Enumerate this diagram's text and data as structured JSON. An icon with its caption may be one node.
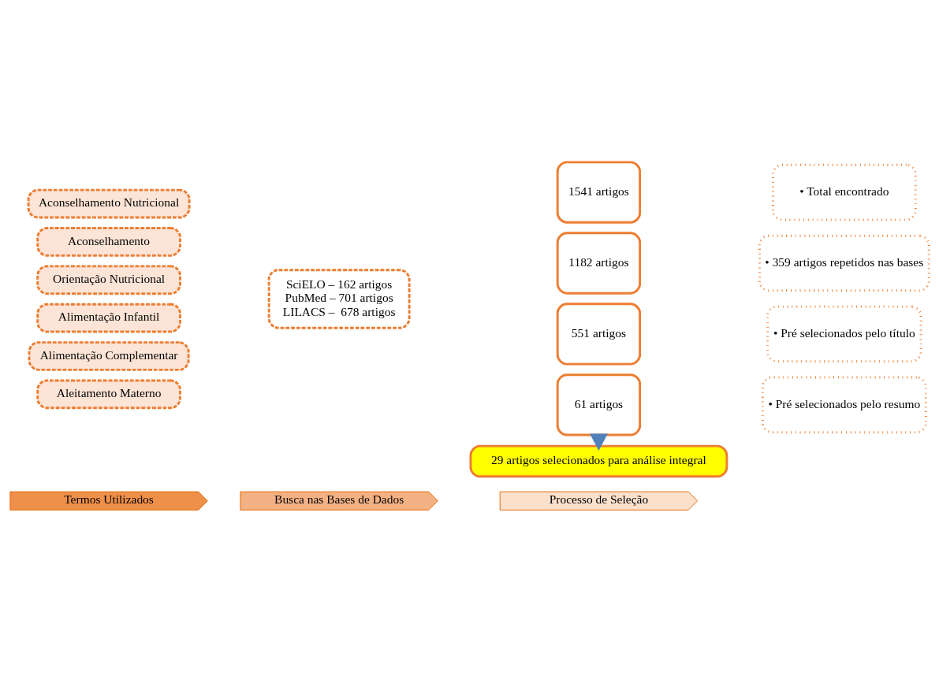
{
  "diagram": {
    "nodes": [
      {
        "text": [
          "Aconselhamento Nutricional"
        ]
      },
      {
        "text": [
          "Aconselhamento"
        ]
      },
      {
        "text": [
          "Orientação Nutricional"
        ]
      },
      {
        "text": [
          "Alimentação Infantil"
        ]
      },
      {
        "text": [
          "Alimentação Complementar"
        ]
      },
      {
        "text": [
          "Aleitamento Materno"
        ]
      },
      {
        "text": [
          "SciELO – 162 artigos",
          "PubMed – 701 artigos",
          "LILACS –  678 artigos"
        ]
      },
      {
        "text": [
          "1541 artigos"
        ]
      },
      {
        "text": [
          "• Total encontrado"
        ]
      },
      {
        "text": [
          "1182 artigos"
        ]
      },
      {
        "text": [
          "• 359 artigos repetidos nas bases"
        ]
      },
      {
        "text": [
          "551 artigos"
        ]
      },
      {
        "text": [
          "• Pré selecionados pelo título"
        ]
      },
      {
        "text": [
          "61 artigos"
        ]
      },
      {
        "text": [
          "• Pré selecionados pelo resumo"
        ]
      },
      {
        "text": [
          "29 artigos selecionados para análise integral"
        ]
      },
      {
        "text": [
          "Termos Utilizados"
        ]
      },
      {
        "text": [
          "Busca nas Bases de Dados"
        ]
      },
      {
        "text": [
          "Processo de Seleção"
        ]
      }
    ],
    "edges": [
      {
        "from": 13,
        "to": 15,
        "arrow": "to"
      }
    ]
  }
}
